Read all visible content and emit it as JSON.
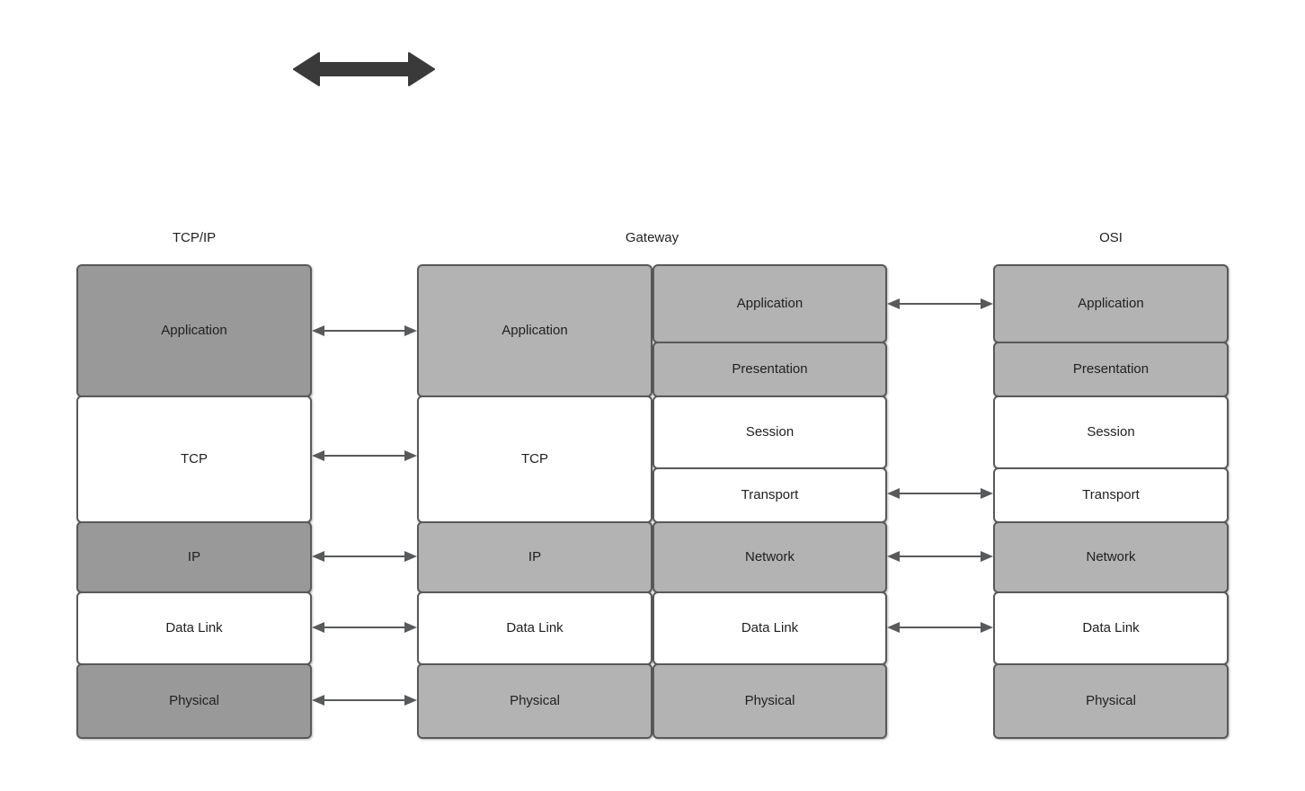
{
  "diagram": {
    "title_bar_icon": "double-headed-arrow",
    "columns": [
      {
        "id": "tcpip",
        "title": "TCP/IP",
        "layers": [
          {
            "label": "Application",
            "fill": "#999999"
          },
          {
            "label": "TCP",
            "fill": "#ffffff"
          },
          {
            "label": "IP",
            "fill": "#999999"
          },
          {
            "label": "Data Link",
            "fill": "#ffffff"
          },
          {
            "label": "Physical",
            "fill": "#999999"
          }
        ]
      },
      {
        "id": "gateway",
        "title": "Gateway",
        "left_layers": [
          {
            "label": "Application",
            "fill": "#b3b3b3"
          },
          {
            "label": "TCP",
            "fill": "#ffffff"
          },
          {
            "label": "IP",
            "fill": "#b3b3b3"
          },
          {
            "label": "Data Link",
            "fill": "#ffffff"
          },
          {
            "label": "Physical",
            "fill": "#b3b3b3"
          }
        ],
        "right_layers": [
          {
            "label": "Application",
            "fill": "#b3b3b3"
          },
          {
            "label": "Presentation",
            "fill": "#b3b3b3"
          },
          {
            "label": "Session",
            "fill": "#ffffff"
          },
          {
            "label": "Transport",
            "fill": "#ffffff"
          },
          {
            "label": "Network",
            "fill": "#b3b3b3"
          },
          {
            "label": "Data Link",
            "fill": "#ffffff"
          },
          {
            "label": "Physical",
            "fill": "#b3b3b3"
          }
        ]
      },
      {
        "id": "osi",
        "title": "OSI",
        "layers": [
          {
            "label": "Application",
            "fill": "#b3b3b3"
          },
          {
            "label": "Presentation",
            "fill": "#b3b3b3"
          },
          {
            "label": "Session",
            "fill": "#ffffff"
          },
          {
            "label": "Transport",
            "fill": "#ffffff"
          },
          {
            "label": "Network",
            "fill": "#b3b3b3"
          },
          {
            "label": "Data Link",
            "fill": "#ffffff"
          },
          {
            "label": "Physical",
            "fill": "#b3b3b3"
          }
        ]
      }
    ],
    "left_connectors": [
      {
        "layer": "Application",
        "kind": "double-headed-arrow"
      },
      {
        "layer": "TCP",
        "kind": "double-headed-arrow"
      },
      {
        "layer": "IP",
        "kind": "double-headed-arrow"
      },
      {
        "layer": "Data Link",
        "kind": "double-headed-arrow"
      },
      {
        "layer": "Physical",
        "kind": "double-headed-arrow"
      }
    ],
    "right_connectors": [
      {
        "layer": "Application",
        "kind": "double-headed-arrow"
      },
      {
        "layer": "Transport",
        "kind": "double-headed-arrow"
      },
      {
        "layer": "Network",
        "kind": "double-headed-arrow"
      },
      {
        "layer": "Data Link",
        "kind": "double-headed-arrow"
      }
    ],
    "colors": {
      "border": "#58595b",
      "arrow": "#58595b",
      "big_arrow": "#3a3a3a",
      "text": "#1f1f1f",
      "background": "#ffffff"
    }
  }
}
